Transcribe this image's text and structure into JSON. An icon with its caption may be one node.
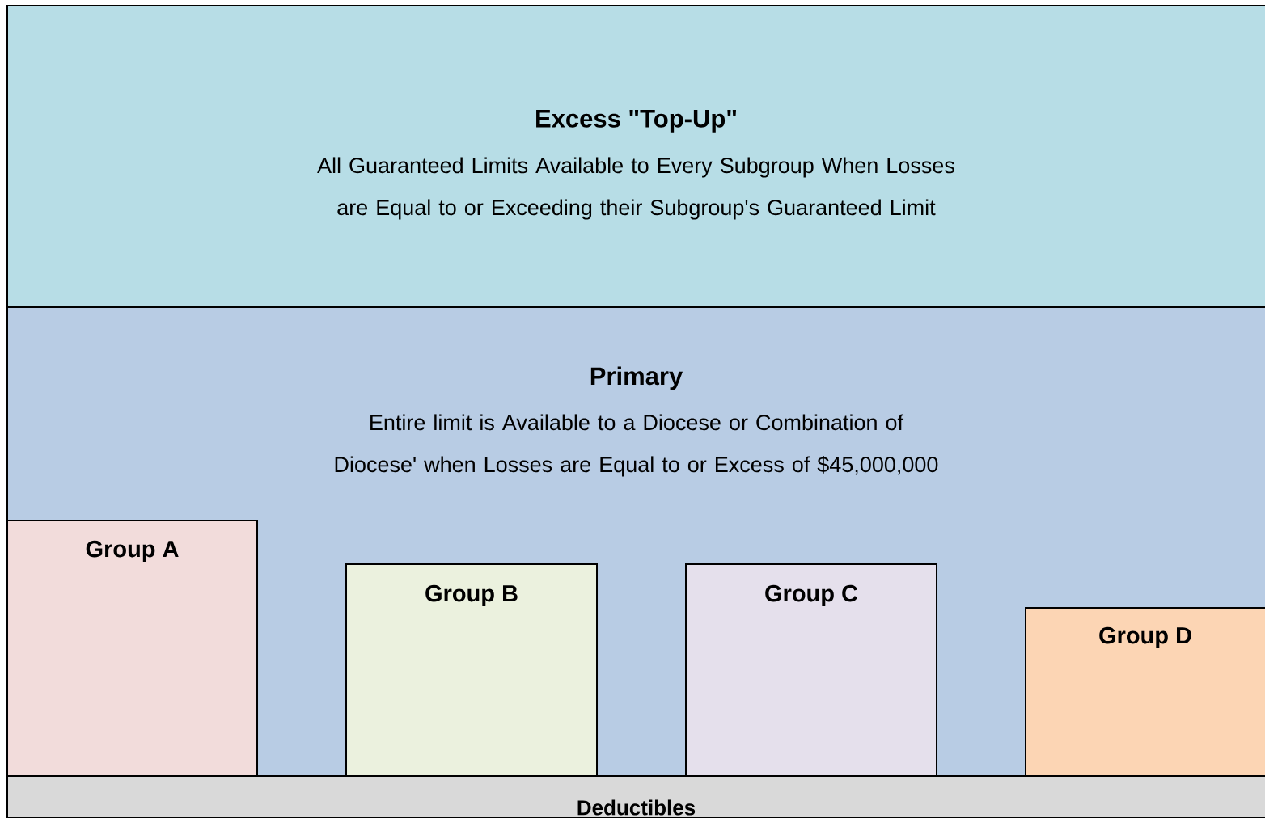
{
  "diagram": {
    "nodes": [
      {
        "text": [
          "Excess \"Top-Up\"",
          "All Guaranteed Limits Available to Every Subgroup When Losses are Equal to or Exceeding their Subgroup's Guaranteed Limit"
        ]
      },
      {
        "text": [
          "Primary",
          "Entire limit is Available to a Diocese or Combination of Diocese' when Losses are Equal to or Excess of $45,000,000"
        ]
      },
      {
        "text": [
          "Group A"
        ],
        "in": 1
      },
      {
        "text": [
          "Group B"
        ],
        "in": 1
      },
      {
        "text": [
          "Group C"
        ],
        "in": 1
      },
      {
        "text": [
          "Group D"
        ],
        "in": 1
      },
      {
        "text": [
          "Deductibles"
        ]
      }
    ]
  }
}
